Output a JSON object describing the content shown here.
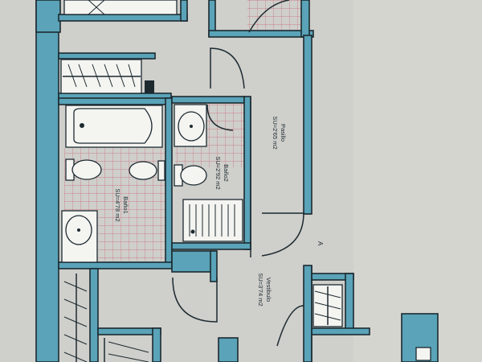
{
  "rooms": {
    "pasillo": {
      "name": "Pasillo",
      "area": "SU=2'65 m2"
    },
    "bano2": {
      "name": "Baño2",
      "area": "SU=2'92 m2"
    },
    "bano1": {
      "name": "Baño1",
      "area": "SU=4'78 m2"
    },
    "vestibulo": {
      "name": "Vestibulo",
      "area": "SU=3'74 m2"
    }
  },
  "marks": {
    "section": "A"
  },
  "colors": {
    "wall": "#5aa3b8",
    "tile_grid": "#c9566a",
    "paper": "#cfcfcb",
    "ink": "#1c2a30"
  }
}
